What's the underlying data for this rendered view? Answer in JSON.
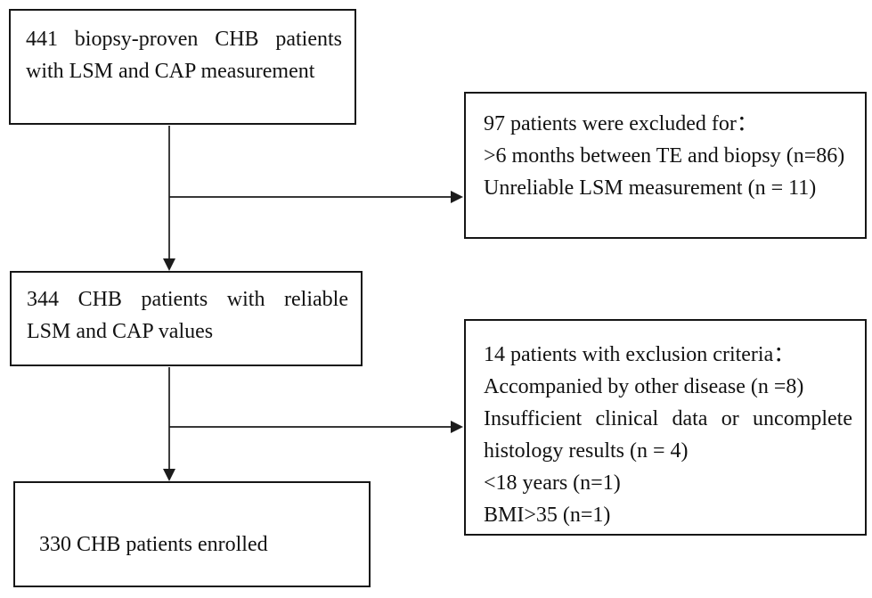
{
  "figure": {
    "type": "patient-flow-diagram",
    "colors": {
      "background": "#ffffff",
      "line": "#1c1c1c",
      "text": "#121212"
    }
  },
  "boxes": {
    "initial": {
      "lines": [
        "441 biopsy-proven CHB patients",
        "with LSM and CAP measurement"
      ]
    },
    "excluded1": {
      "lines": [
        "97 patients were excluded for：",
        ">6 months between TE and biopsy (n=86)",
        "Unreliable LSM measurement (n = 11)"
      ]
    },
    "reliable": {
      "lines": [
        "344 CHB patients with reliable",
        "LSM and CAP values"
      ]
    },
    "excluded2": {
      "lines": [
        "14 patients with exclusion criteria：",
        "Accompanied by other disease (n =8)",
        "Insufficient clinical data or uncomplete",
        "histology results (n = 4)",
        "<18 years (n=1)",
        "BMI>35 (n=1)"
      ]
    },
    "enrolled": {
      "lines": [
        "330 CHB patients enrolled"
      ]
    }
  }
}
